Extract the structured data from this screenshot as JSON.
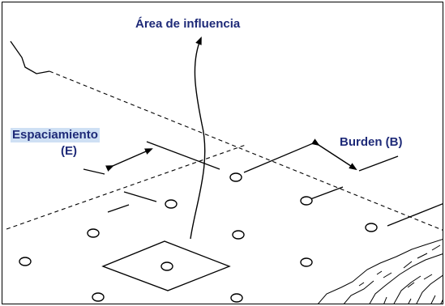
{
  "labels": {
    "area": "Área de influencia",
    "spacing": "Espaciamiento",
    "spacing_abbr": "(E)",
    "burden": "Burden (B)"
  },
  "colors": {
    "label_text": "#1e2a78",
    "spacing_highlight": "#cfe0f4",
    "lines": "#000000"
  }
}
